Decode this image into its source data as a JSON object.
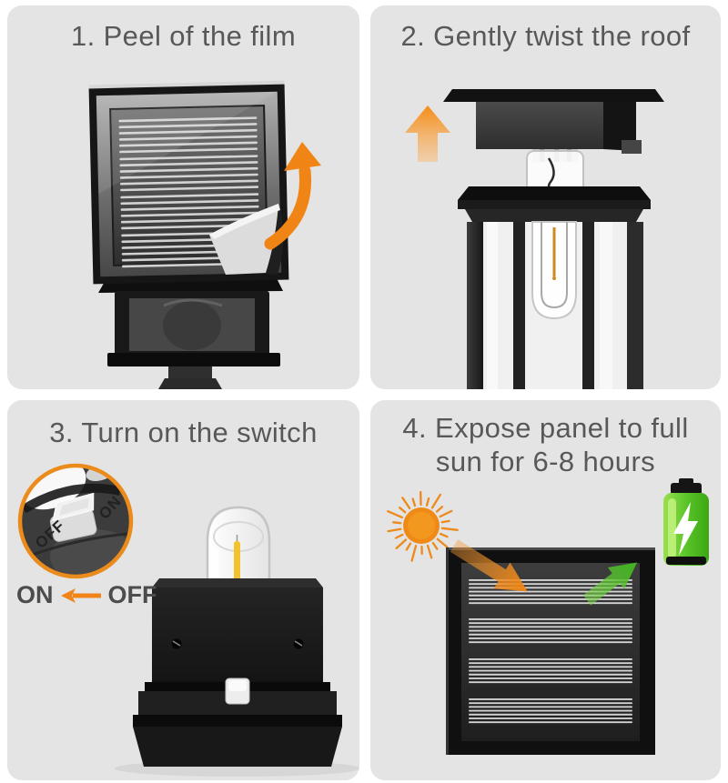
{
  "steps": {
    "step1": {
      "title": "1. Peel of the film"
    },
    "step2": {
      "title": "2. Gently twist the roof"
    },
    "step3": {
      "title": "3. Turn on the switch",
      "row_on_label": "ON",
      "row_off_label": "OFF",
      "inset_on_label": "ON",
      "inset_off_label": "OFF"
    },
    "step4": {
      "title_line1": "4. Expose panel to full",
      "title_line2": "sun for 6-8 hours"
    }
  },
  "colors": {
    "panel_background": "#e4e4e4",
    "title_text": "#585858",
    "label_text": "#4c4c4c",
    "accent_orange": "#f08a16",
    "battery_green": "#55c226",
    "lamp_black": "#161616",
    "film_gray": "#dcdcdc"
  },
  "icons": {
    "peel_arrow": "curved-up-arrow",
    "lift_arrow": "up-arrow",
    "switch_direction_arrow": "left-arrow",
    "sun": "sun",
    "battery": "battery-charging-lightning",
    "absorb_arrow": "down-right-arrow",
    "charge_arrow": "up-right-arrow"
  }
}
